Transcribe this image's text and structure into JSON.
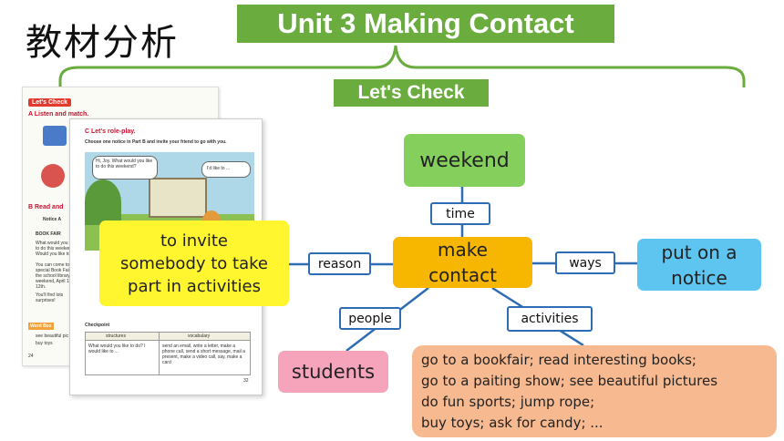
{
  "page": {
    "heading": "教材分析",
    "unit_title": "Unit 3 Making Contact",
    "section_title": "Let's Check"
  },
  "textbook": {
    "back_page": {
      "tag": "Let's Check",
      "section_a": "A  Listen and match.",
      "section_b": "B  Read and",
      "notice": "Notice A",
      "book_fair": "BOOK FAIR",
      "lines": [
        "What would you",
        "to do this weekend?",
        "Would you like to",
        "You can come to",
        "special Book Fair in",
        "the school library d",
        "weekend, April 11t",
        "12th.",
        "You'll find lots",
        "surprises!"
      ],
      "word_box": "Word Box",
      "word_box_lines": [
        "see beautiful pic",
        "buy toys"
      ],
      "page_no": "24"
    },
    "front_page": {
      "section_c": "C  Let's role-play.",
      "instruction": "Choose one notice in Part B and invite your friend to go with you.",
      "bubble_left": "Hi, Joy. What would you like to do this weekend?",
      "bubble_right": "I'd like to ...",
      "checkpoint": "Checkpoint",
      "table_headers": [
        "structures",
        "vocabulary"
      ],
      "table_row": [
        "What would you like to do? I would like to ...",
        "send an email, write a letter, make a phone call, send a short message, mail a present, make a video call, say, make a card"
      ],
      "page_no": "32"
    }
  },
  "mind_map": {
    "center": [
      "make",
      "contact"
    ],
    "weekend": "weekend",
    "notice": [
      "put on a",
      "notice"
    ],
    "invite": [
      "to invite",
      "somebody to take",
      "part in activities"
    ],
    "students": "students",
    "activities_lines": [
      "go to a bookfair; read interesting books;",
      "go to a paiting show; see beautiful pictures",
      "do fun sports; jump rope;",
      "buy toys; ask for candy; ..."
    ],
    "labels": {
      "time": "time",
      "reason": "reason",
      "ways": "ways",
      "people": "people",
      "activities": "activities"
    }
  },
  "colors": {
    "green": "#6aac3d",
    "line_blue": "#2e6db4",
    "weekend": "#85d05d",
    "center": "#f7b600",
    "notice": "#5ec4f0",
    "invite": "#fff62f",
    "students": "#f6a3bc",
    "activities": "#f7b98f"
  }
}
